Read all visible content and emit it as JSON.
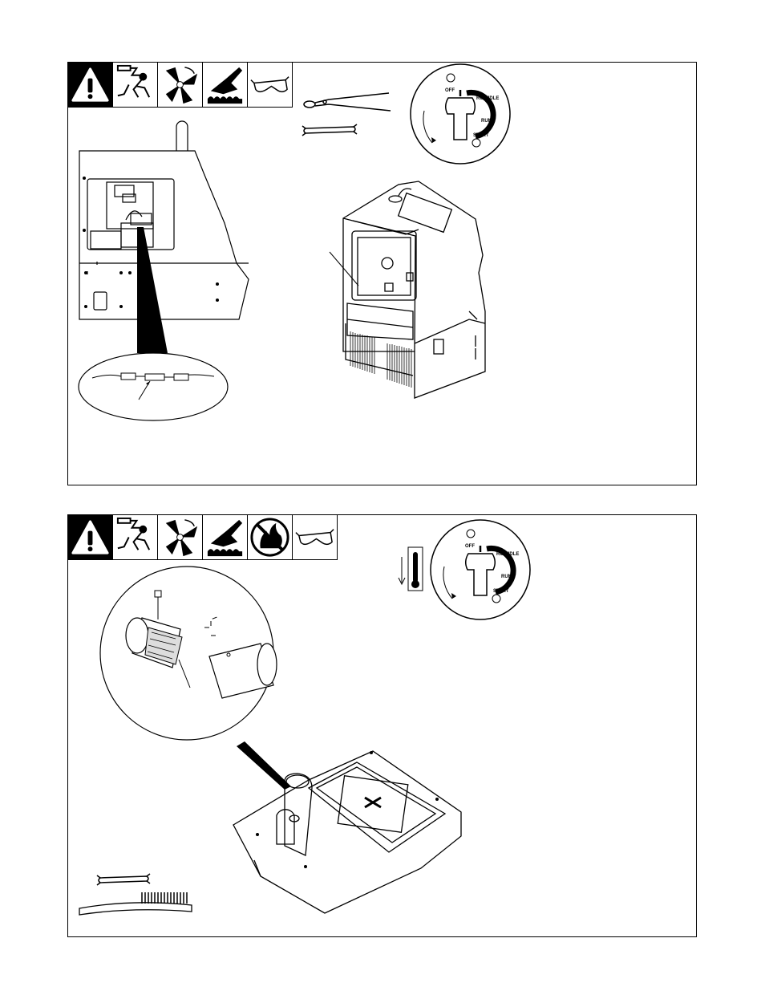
{
  "panels": [
    {
      "switch": {
        "off": "OFF",
        "run_idle": "RUN/IDLE",
        "run": "RUN",
        "start": "START"
      },
      "hazard_icons": [
        "warning-icon",
        "electric-shock-icon",
        "moving-parts-icon",
        "hot-parts-icon",
        "safety-glasses-icon"
      ],
      "tool_icons": [
        "wire-cutter-icon",
        "wrench-icon"
      ]
    },
    {
      "switch": {
        "off": "OFF",
        "run_idle": "RUN/IDLE",
        "run": "RUN",
        "start": "START"
      },
      "hazard_icons": [
        "warning-icon",
        "electric-shock-icon",
        "moving-parts-icon",
        "hot-parts-icon",
        "no-flame-icon",
        "safety-glasses-icon"
      ],
      "tool_icons": [
        "thermometer-icon",
        "wrench-icon",
        "wire-brush-icon"
      ]
    }
  ]
}
